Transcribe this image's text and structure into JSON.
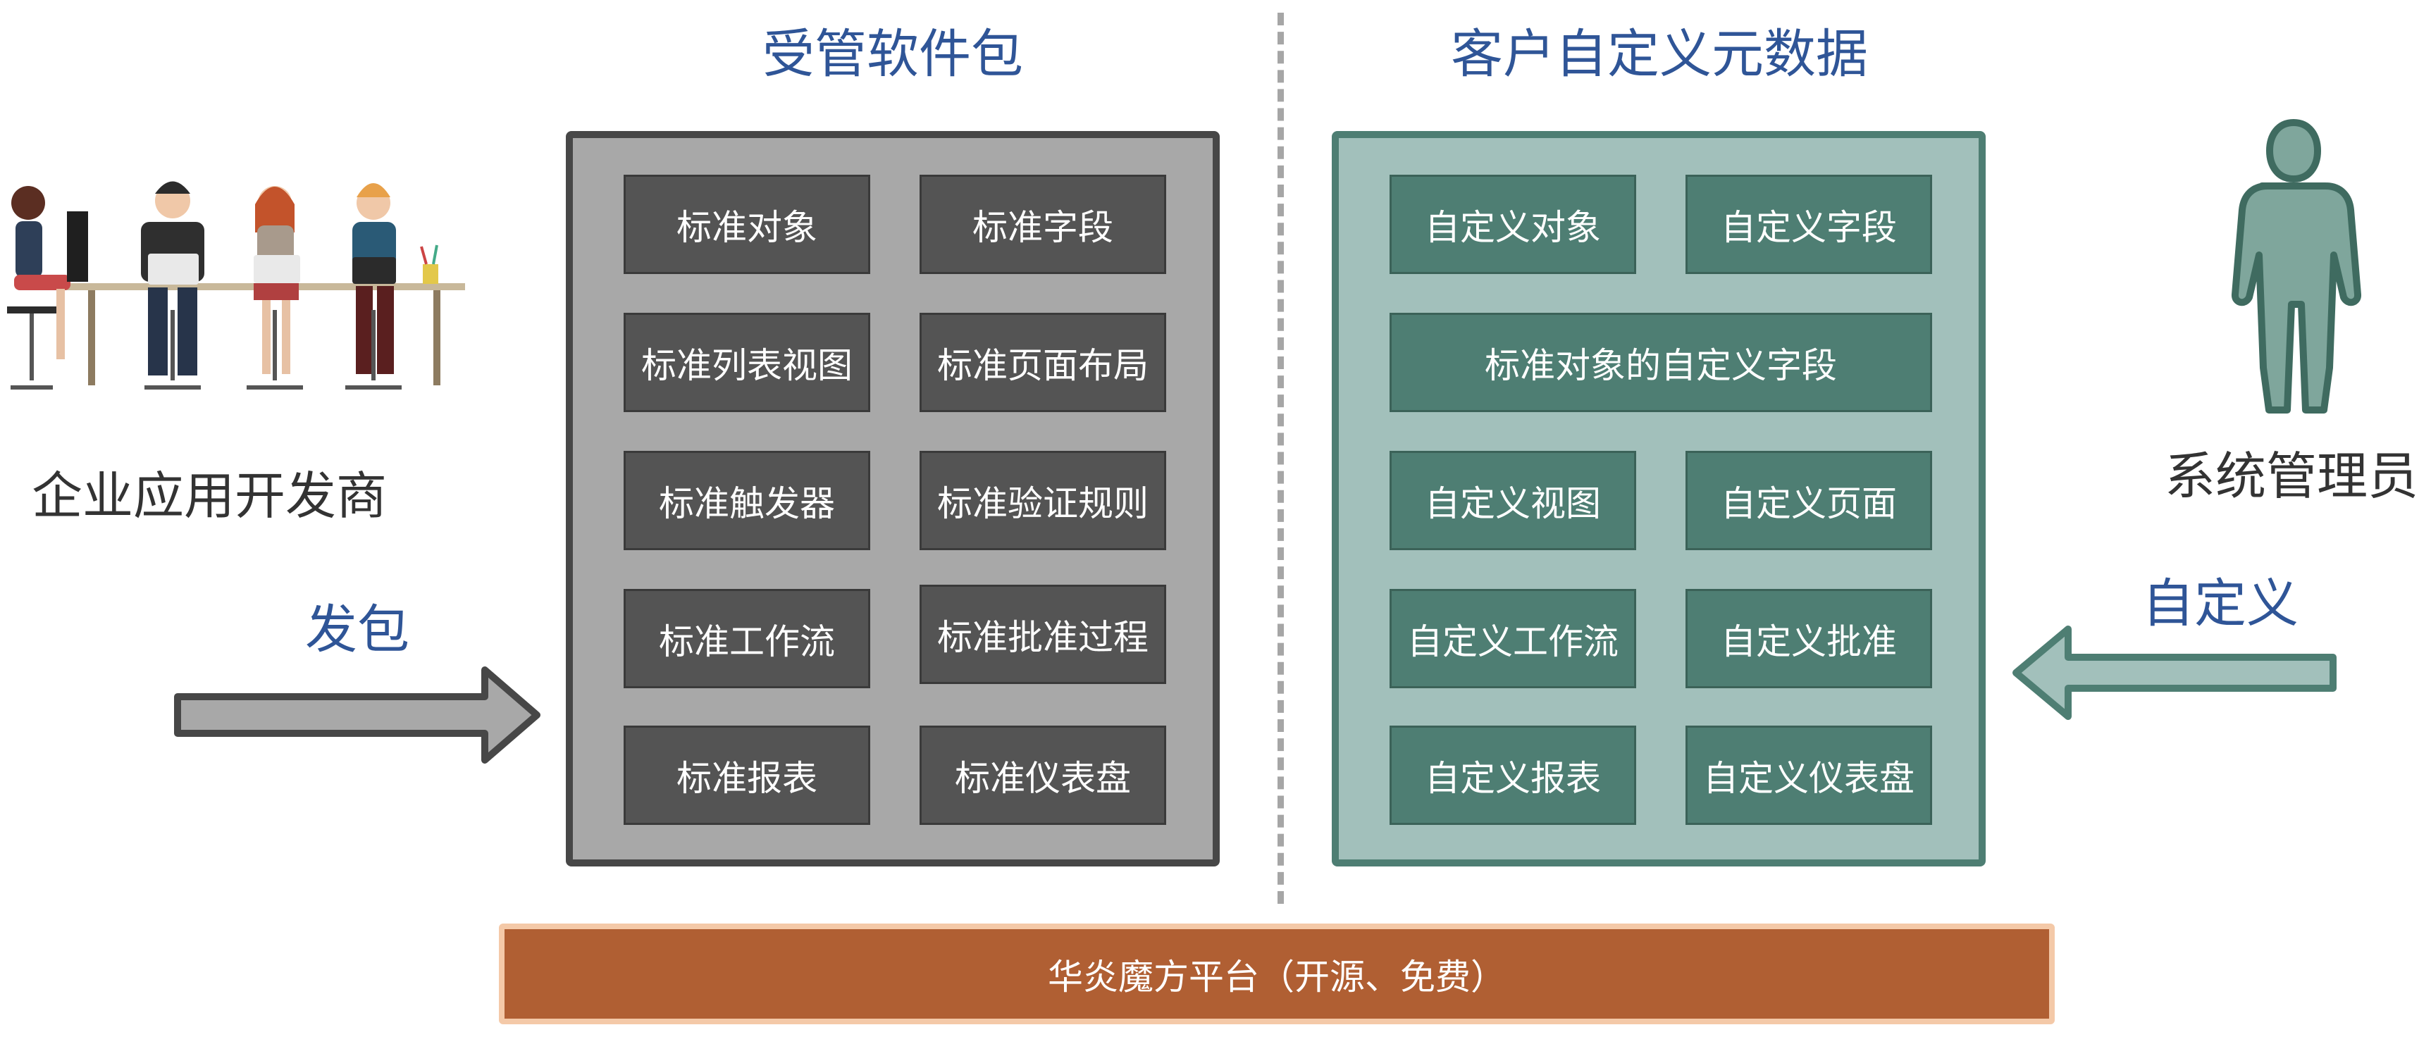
{
  "titles": {
    "managed_package": "受管软件包",
    "customer_metadata": "客户自定义元数据"
  },
  "left_actor": {
    "label": "企业应用开发商",
    "arrow_label": "发包"
  },
  "right_actor": {
    "label": "系统管理员",
    "arrow_label": "自定义"
  },
  "managed_items": [
    "标准对象",
    "标准字段",
    "标准列表视图",
    "标准页面布局",
    "标准触发器",
    "标准验证规则",
    "标准工作流",
    "标准批准过程",
    "标准报表",
    "标准仪表盘"
  ],
  "custom_items": {
    "row1": [
      "自定义对象",
      "自定义字段"
    ],
    "wide": "标准对象的自定义字段",
    "rest": [
      "自定义视图",
      "自定义页面",
      "自定义工作流",
      "自定义批准",
      "自定义报表",
      "自定义仪表盘"
    ]
  },
  "platform": "华炎魔方平台（开源、免费）",
  "colors": {
    "title_blue": "#2f5597",
    "left_panel": "#a8a8a8",
    "left_box": "#545454",
    "right_panel": "#a2c0bb",
    "right_box": "#4e7e73",
    "platform": "#b05f33"
  },
  "icons": [
    "developers-illustration",
    "administrator-person-icon",
    "right-arrow-icon",
    "left-arrow-icon"
  ]
}
